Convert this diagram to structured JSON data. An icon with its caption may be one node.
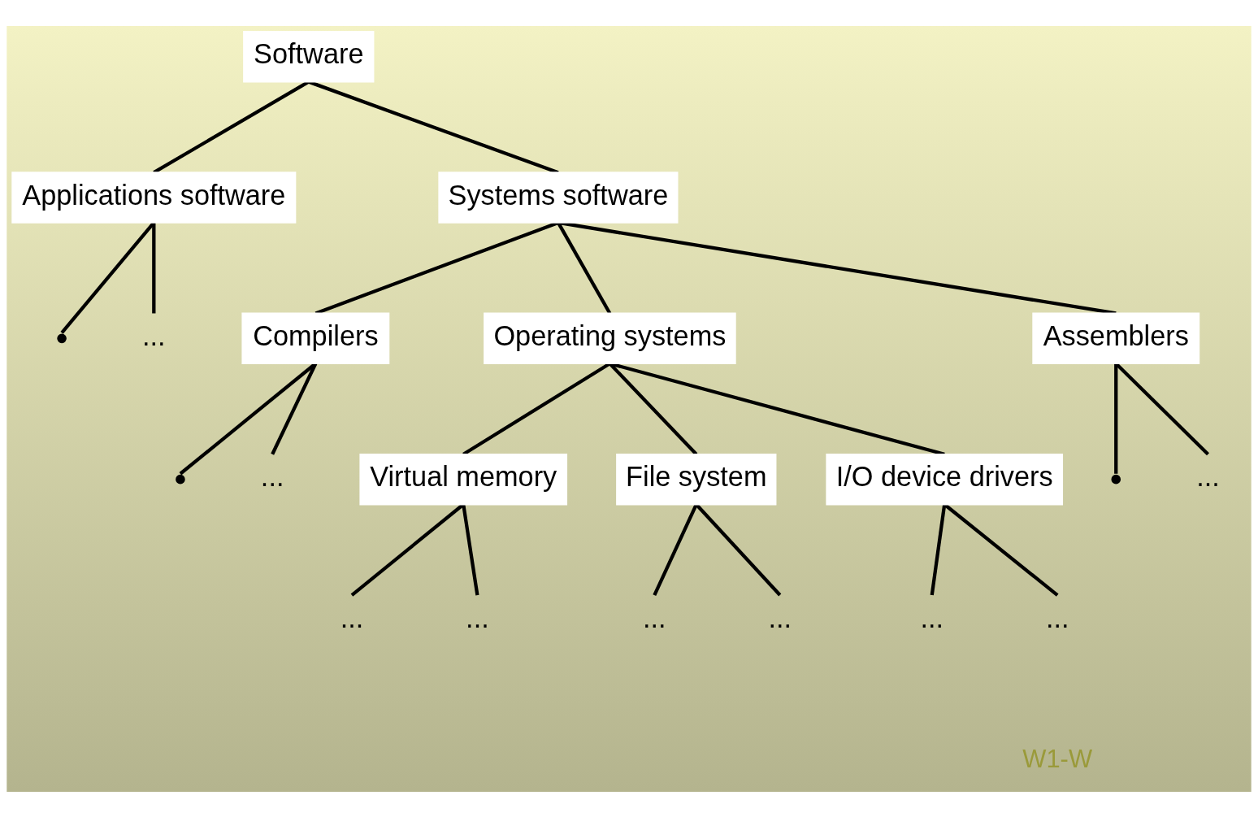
{
  "diagram": {
    "nodes": [
      {
        "text": [
          "Software"
        ]
      },
      {
        "text": [
          "Applications software"
        ]
      },
      {
        "text": [
          "Systems software"
        ]
      },
      {
        "text": [],
        "shape": "point"
      },
      {
        "text": [
          "..."
        ]
      },
      {
        "text": [
          "Compilers"
        ]
      },
      {
        "text": [
          "Operating systems"
        ]
      },
      {
        "text": [
          "Assemblers"
        ]
      },
      {
        "text": [],
        "shape": "point"
      },
      {
        "text": [
          "..."
        ]
      },
      {
        "text": [],
        "shape": "point"
      },
      {
        "text": [
          "..."
        ]
      },
      {
        "text": [
          "Virtual memory"
        ]
      },
      {
        "text": [
          "File system"
        ]
      },
      {
        "text": [
          "I/O device drivers"
        ]
      },
      {
        "text": [
          "..."
        ]
      },
      {
        "text": [
          "..."
        ]
      },
      {
        "text": [
          "..."
        ]
      },
      {
        "text": [
          "..."
        ]
      },
      {
        "text": [
          "..."
        ]
      },
      {
        "text": [
          "..."
        ]
      }
    ],
    "edges": [
      {
        "from": 0,
        "to": 1,
        "arrow": "none"
      },
      {
        "from": 0,
        "to": 2,
        "arrow": "none"
      },
      {
        "from": 1,
        "to": 3,
        "arrow": "none"
      },
      {
        "from": 1,
        "to": 4,
        "arrow": "none"
      },
      {
        "from": 2,
        "to": 5,
        "arrow": "none"
      },
      {
        "from": 2,
        "to": 6,
        "arrow": "none"
      },
      {
        "from": 2,
        "to": 7,
        "arrow": "none"
      },
      {
        "from": 5,
        "to": 8,
        "arrow": "none"
      },
      {
        "from": 5,
        "to": 9,
        "arrow": "none"
      },
      {
        "from": 7,
        "to": 10,
        "arrow": "none"
      },
      {
        "from": 7,
        "to": 11,
        "arrow": "none"
      },
      {
        "from": 6,
        "to": 12,
        "arrow": "none"
      },
      {
        "from": 6,
        "to": 13,
        "arrow": "none"
      },
      {
        "from": 6,
        "to": 14,
        "arrow": "none"
      },
      {
        "from": 12,
        "to": 15,
        "arrow": "none"
      },
      {
        "from": 12,
        "to": 16,
        "arrow": "none"
      },
      {
        "from": 13,
        "to": 17,
        "arrow": "none"
      },
      {
        "from": 13,
        "to": 18,
        "arrow": "none"
      },
      {
        "from": 14,
        "to": 19,
        "arrow": "none"
      },
      {
        "from": 14,
        "to": 20,
        "arrow": "none"
      }
    ],
    "labels": [
      "W1-W"
    ]
  }
}
